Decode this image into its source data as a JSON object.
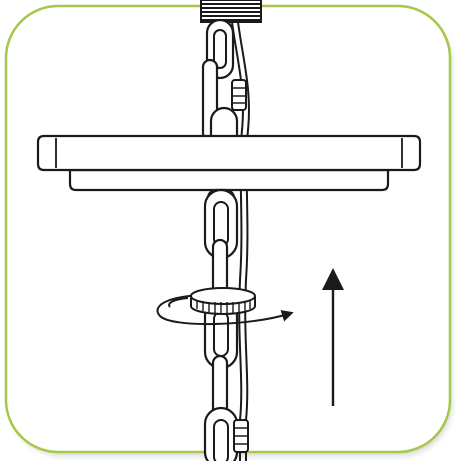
{
  "diagram": {
    "colors": {
      "frame_border": "#a6c84a",
      "frame_fill": "#ffffff",
      "line": "#1a1a1a",
      "chain_fill": "#ffffff",
      "shadow": "#c8c8c8"
    },
    "parts": [
      "threaded-nipple",
      "hanging-chain",
      "ceiling-canopy",
      "lock-nut",
      "wire"
    ],
    "arrows": {
      "rotation": "clockwise",
      "motion": "up"
    }
  }
}
